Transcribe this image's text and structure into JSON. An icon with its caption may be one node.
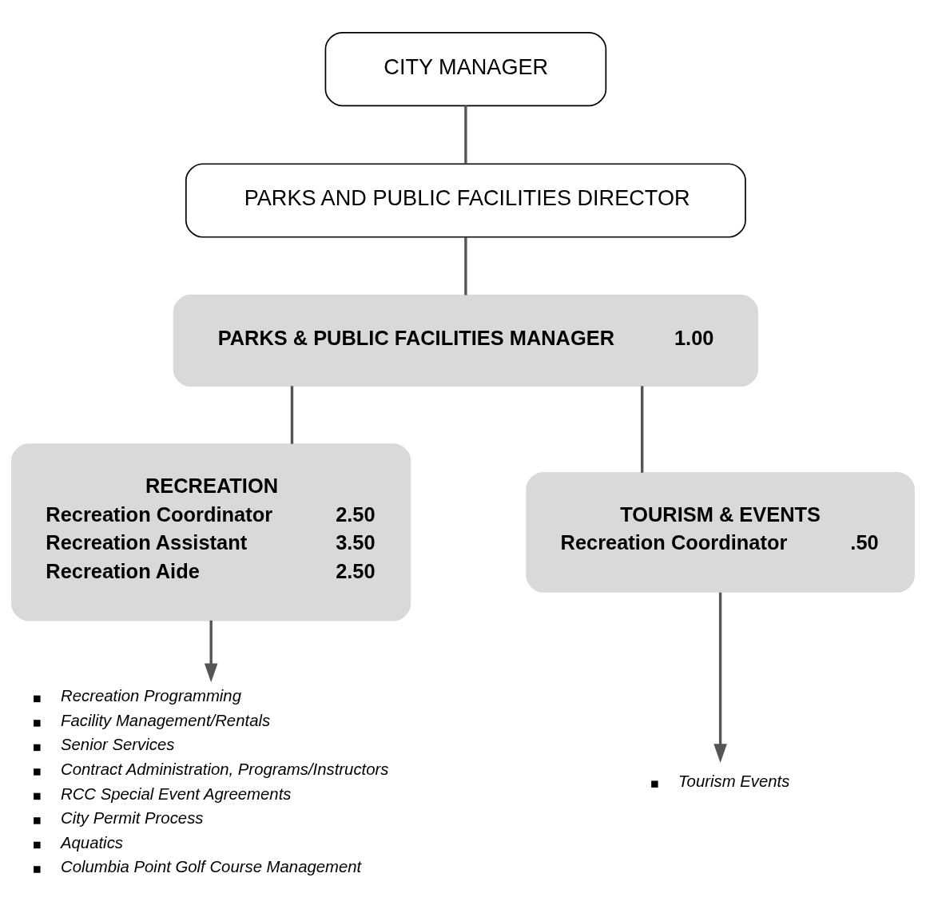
{
  "diagram": {
    "nodes": [
      {
        "text": [
          "CITY MANAGER"
        ]
      },
      {
        "text": [
          "PARKS AND PUBLIC FACILITIES DIRECTOR"
        ]
      },
      {
        "text": [
          "PARKS & PUBLIC FACILITIES MANAGER",
          "1.00"
        ]
      },
      {
        "text": [
          "RECREATION",
          "Recreation Coordinator",
          "2.50",
          "Recreation Assistant",
          "3.50",
          "Recreation Aide",
          "2.50"
        ]
      },
      {
        "text": [
          "TOURISM & EVENTS",
          "Recreation Coordinator",
          ".50"
        ]
      },
      {
        "text": [
          "Recreation Programming",
          "Facility Management/Rentals",
          "Senior Services",
          "Contract Administration, Programs/Instructors",
          "RCC Special Event Agreements",
          "City Permit Process",
          "Aquatics",
          "Columbia Point Golf Course Management"
        ]
      },
      {
        "text": [
          "Tourism Events"
        ]
      }
    ],
    "edges": [
      {
        "from": 0,
        "to": 1,
        "arrow": "none"
      },
      {
        "from": 1,
        "to": 2,
        "arrow": "none"
      },
      {
        "from": 2,
        "to": 3,
        "arrow": "none"
      },
      {
        "from": 2,
        "to": 4,
        "arrow": "none"
      },
      {
        "from": 3,
        "to": 5,
        "arrow": "to"
      },
      {
        "from": 4,
        "to": 6,
        "arrow": "to"
      }
    ]
  }
}
